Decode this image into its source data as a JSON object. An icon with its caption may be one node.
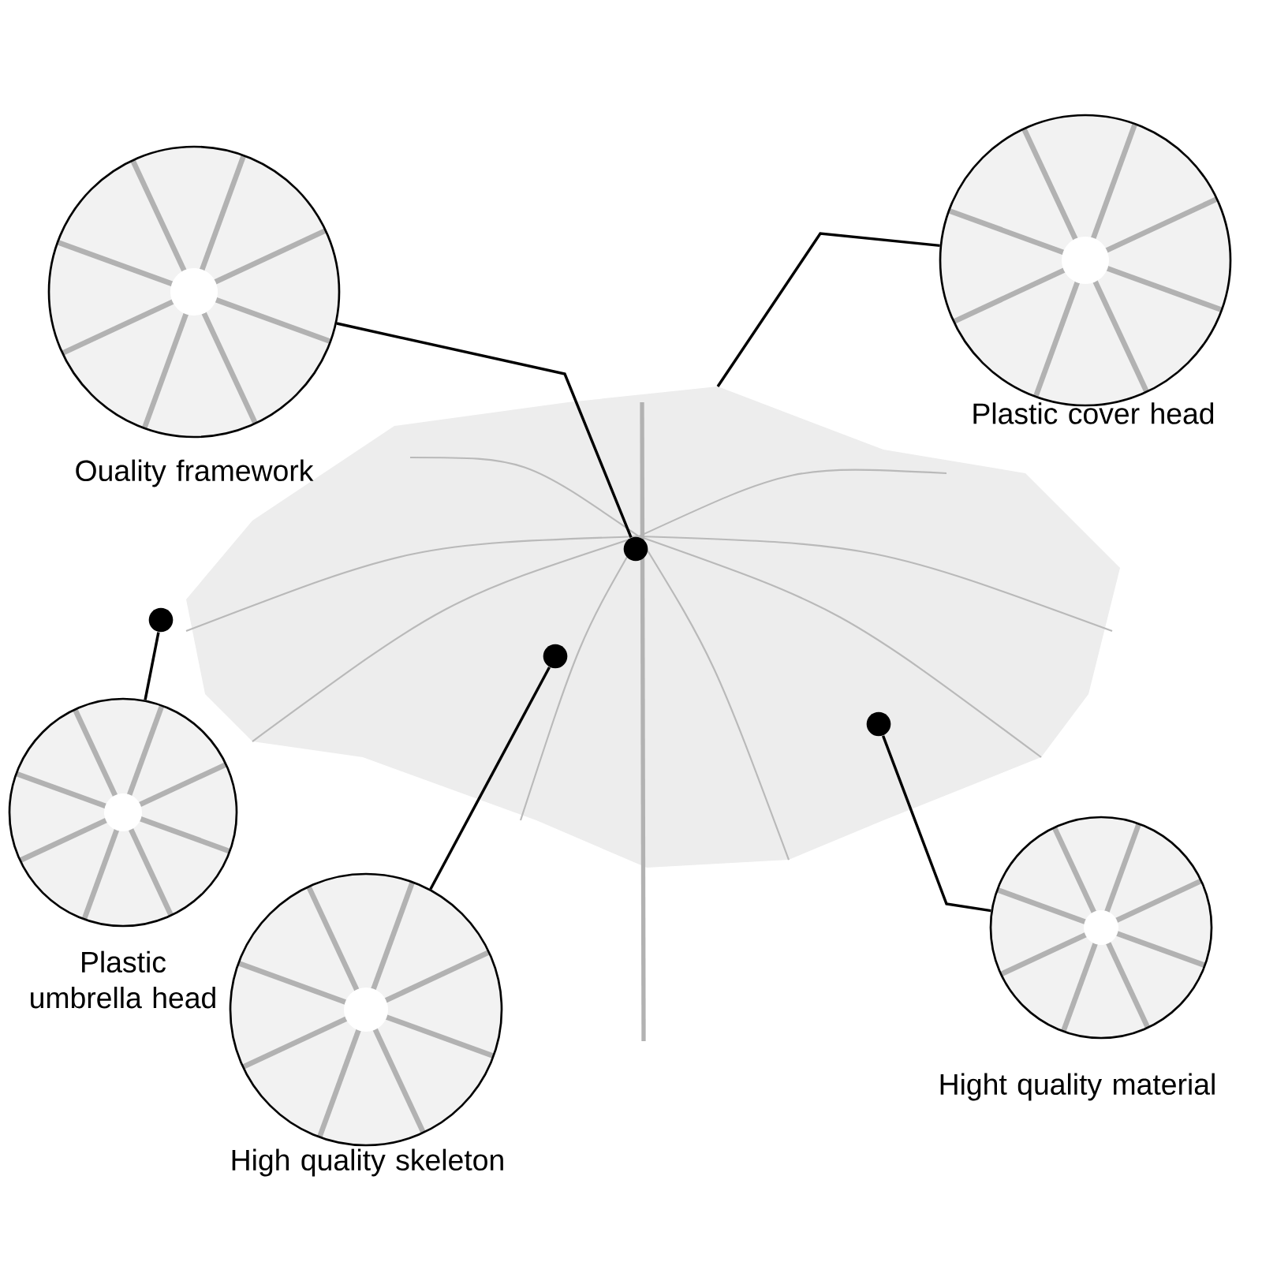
{
  "diagram": {
    "nodes": [
      {
        "text": [
          "Ouality framework"
        ]
      },
      {
        "text": [
          "Plastic cover head"
        ]
      },
      {
        "text": [
          "Plastic umbrella head"
        ]
      },
      {
        "text": [
          "High quality skeleton"
        ]
      },
      {
        "text": [
          "Hight quality material"
        ]
      },
      {
        "text": [],
        "shape": "circle"
      },
      {
        "text": [],
        "shape": "circle"
      },
      {
        "text": [],
        "shape": "circle"
      },
      {
        "text": [],
        "shape": "circle"
      }
    ],
    "edges": [
      {
        "from": 0,
        "to": 6,
        "arrow": "none"
      },
      {
        "from": 1,
        "to": null,
        "arrow": "none"
      },
      {
        "from": 2,
        "to": 5,
        "arrow": "none"
      },
      {
        "from": 3,
        "to": 7,
        "arrow": "none"
      },
      {
        "from": 4,
        "to": 8,
        "arrow": "none"
      }
    ]
  }
}
